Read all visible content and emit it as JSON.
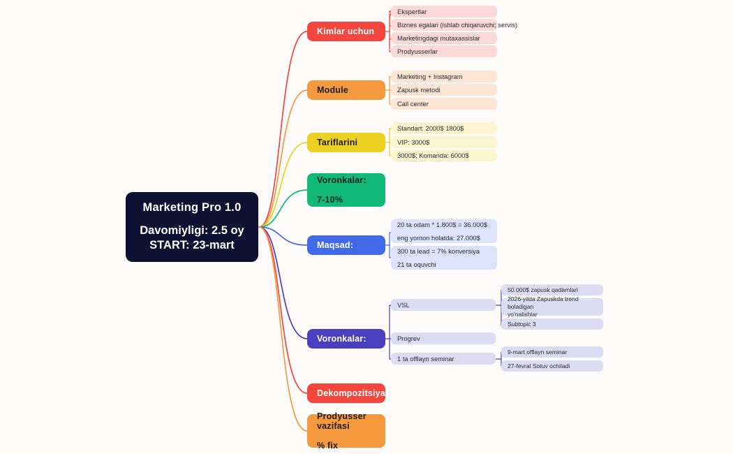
{
  "palette": {
    "background": "#fdfbfa",
    "root_bg": "#0d1030",
    "red": "#f4463c",
    "red_soft": "#fbd9d6",
    "orange": "#f5993f",
    "orange_soft": "#fce5d2",
    "yellow": "#ecd022",
    "yellow_soft": "#fbf6cf",
    "green": "#12b878",
    "blue": "#4169e8",
    "blue_soft": "#dde3fa",
    "purple": "#4a3fbe",
    "purple_soft": "#dcdcf2"
  },
  "root": {
    "title": "Marketing Pro 1.0",
    "line1": "Davomiyligi: 2.5 oy",
    "line2": "START: 23-mart"
  },
  "branches": [
    {
      "label": "Kimlar uchun",
      "color": "#f4463c",
      "text_color": "#ffffff",
      "children": [
        {
          "lines": [
            "Ekspertlar"
          ]
        },
        {
          "lines": [
            "Biznes egalari (ishlab chiqaruvchi; servis)"
          ]
        },
        {
          "lines": [
            "Marketingdagi mutaxassislar"
          ]
        },
        {
          "lines": [
            "Prodyusserlar"
          ]
        }
      ]
    },
    {
      "label": "Module",
      "color": "#f5993f",
      "text_color": "#1d1d1d",
      "children": [
        {
          "lines": [
            "Marketing + Instagram"
          ]
        },
        {
          "lines": [
            "Zapusk metodi"
          ]
        },
        {
          "lines": [
            "Call center"
          ]
        }
      ]
    },
    {
      "label": "Tariflarini",
      "color": "#ecd022",
      "text_color": "#1d1d1d",
      "children": [
        {
          "lines": [
            "Standart: 2000$ 1800$"
          ]
        },
        {
          "lines": [
            "VIP: 3000$"
          ]
        },
        {
          "lines": [
            "3000$; Komanda: 6000$"
          ]
        }
      ]
    },
    {
      "label": "Voronkalar:",
      "label2": "7-10%",
      "color": "#12b878",
      "text_color": "#10241c",
      "children": []
    },
    {
      "label": "Maqsad:",
      "color": "#4169e8",
      "text_color": "#ffffff",
      "children": [
        {
          "lines": [
            "20 ta odam * 1.800$ = 36.000$",
            "eng yomon holatda: 27.000$"
          ]
        },
        {
          "lines": [
            "300 ta lead = 7% konversiya",
            "21 ta oquvchi"
          ]
        }
      ]
    },
    {
      "label": "Voronkalar:",
      "color": "#4a3fbe",
      "text_color": "#ffffff",
      "children": [
        {
          "lines": [
            "VSL"
          ],
          "grandchildren": [
            {
              "lines": [
                "50.000$ zapusk qadamlari"
              ]
            },
            {
              "lines": [
                "2026-yilda Zapuskda trend boladigan",
                "yo'nalishlar"
              ]
            },
            {
              "lines": [
                "Subtopic 3"
              ]
            }
          ]
        },
        {
          "lines": [
            "Progrev"
          ],
          "grandchildren": []
        },
        {
          "lines": [
            "1 ta offlayn seminar"
          ],
          "grandchildren": [
            {
              "lines": [
                "9-mart offlayn seminar"
              ]
            },
            {
              "lines": [
                "27-fevral Sotuv ochiladi"
              ]
            }
          ]
        }
      ]
    },
    {
      "label": "Dekompozitsiya:",
      "color": "#f4463c",
      "text_color": "#ffffff",
      "children": []
    },
    {
      "label": "Prodyusser vazifasi",
      "label2": "% fix",
      "color": "#f5993f",
      "text_color": "#1d1d1d",
      "children": []
    }
  ]
}
